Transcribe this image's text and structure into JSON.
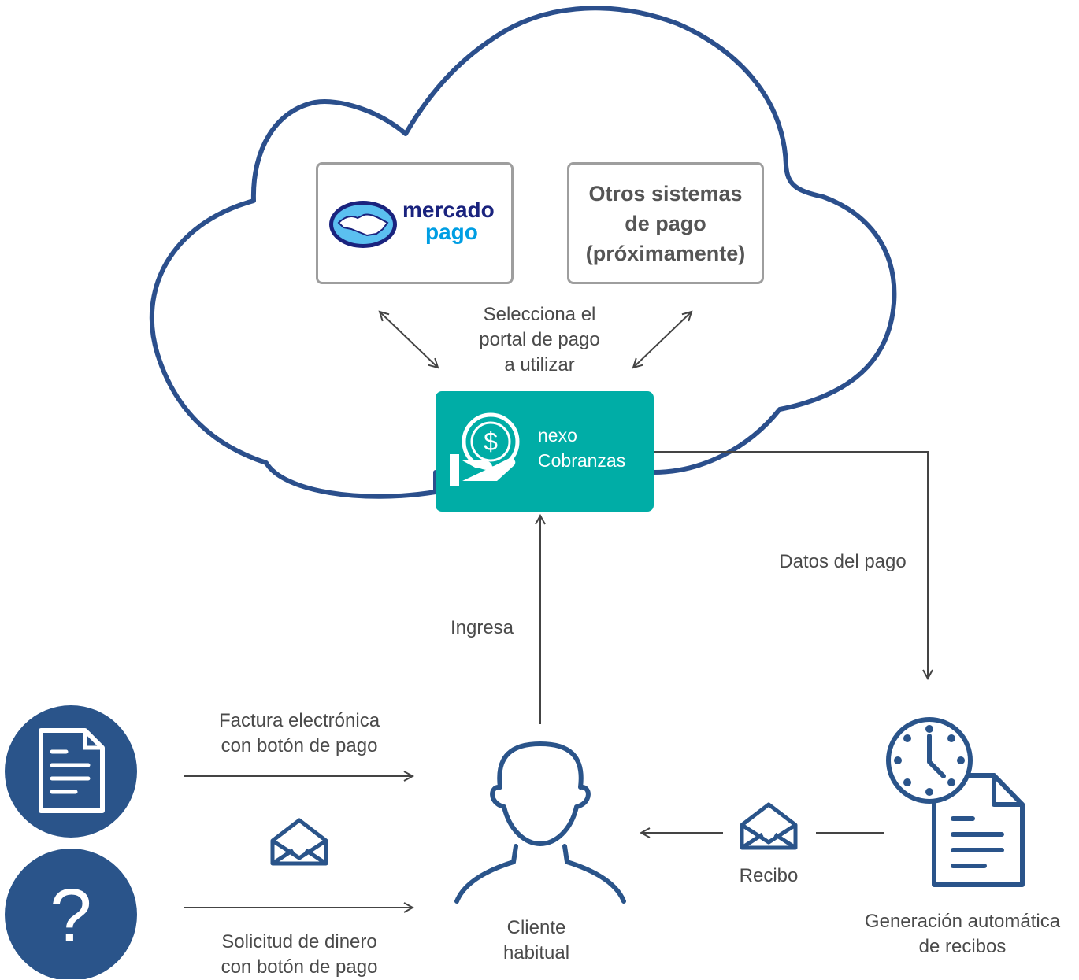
{
  "colors": {
    "cloud_stroke": "#2b4f8c",
    "icon_blue": "#2a548a",
    "nexo_teal": "#00ada6",
    "arrow": "#444444",
    "box_border": "#9e9e9e"
  },
  "cloud": {
    "mercado_pago": {
      "line1": "mercado",
      "line2": "pago"
    },
    "otros": {
      "line1": "Otros sistemas",
      "line2": "de pago",
      "line3": "(próximamente)"
    },
    "selecciona": {
      "line1": "Selecciona el",
      "line2": "portal de pago",
      "line3": "a utilizar"
    },
    "nexo": {
      "line1": "nexo",
      "line2": "Cobranzas"
    }
  },
  "labels": {
    "ingresa": "Ingresa",
    "datos_pago": "Datos del pago",
    "factura": {
      "line1": "Factura electrónica",
      "line2": "con botón de pago"
    },
    "solicitud": {
      "line1": "Solicitud de dinero",
      "line2": "con botón de pago"
    },
    "cliente": {
      "line1": "Cliente",
      "line2": "habitual"
    },
    "recibo": "Recibo",
    "generacion": {
      "line1": "Generación automática",
      "line2": "de recibos"
    }
  },
  "icons": [
    "document-icon",
    "question-icon",
    "envelope-icon",
    "user-icon",
    "clock-document-icon",
    "handshake-icon",
    "dollar-hand-icon"
  ]
}
